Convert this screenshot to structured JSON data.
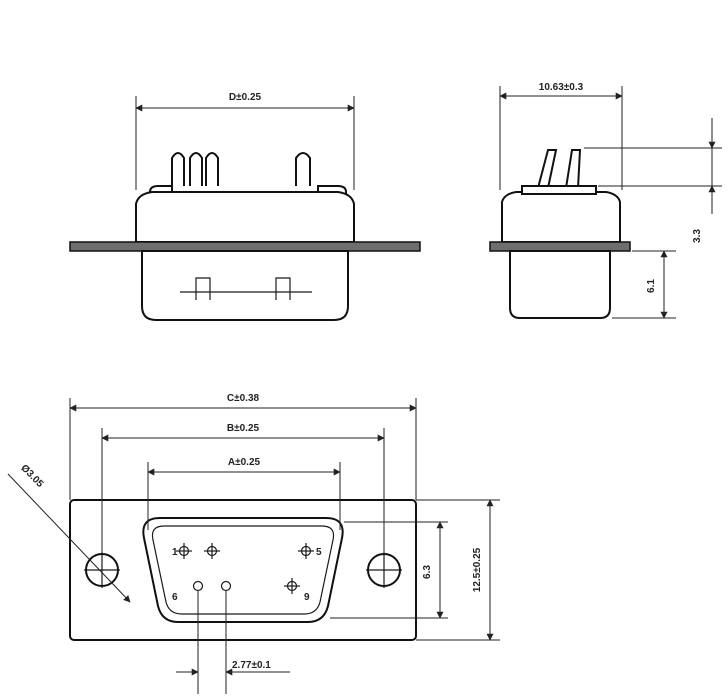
{
  "dimensions": {
    "d_width": "D±0.25",
    "side_depth": "10.63±0.3",
    "pin_height": "3.3",
    "shell_height": "6.1",
    "c_width": "C±0.38",
    "b_spacing": "B±0.25",
    "a_width": "A±0.25",
    "hole_diameter": "Ø3.05",
    "inner_height": "6.3",
    "outer_height": "12.5±0.25",
    "pin_pitch": "2.77±0.1"
  },
  "pins": {
    "p1": "1",
    "p5": "5",
    "p6": "6",
    "p9": "9"
  },
  "colors": {
    "line": "#111111",
    "flange_fill": "#6e6e6e"
  }
}
